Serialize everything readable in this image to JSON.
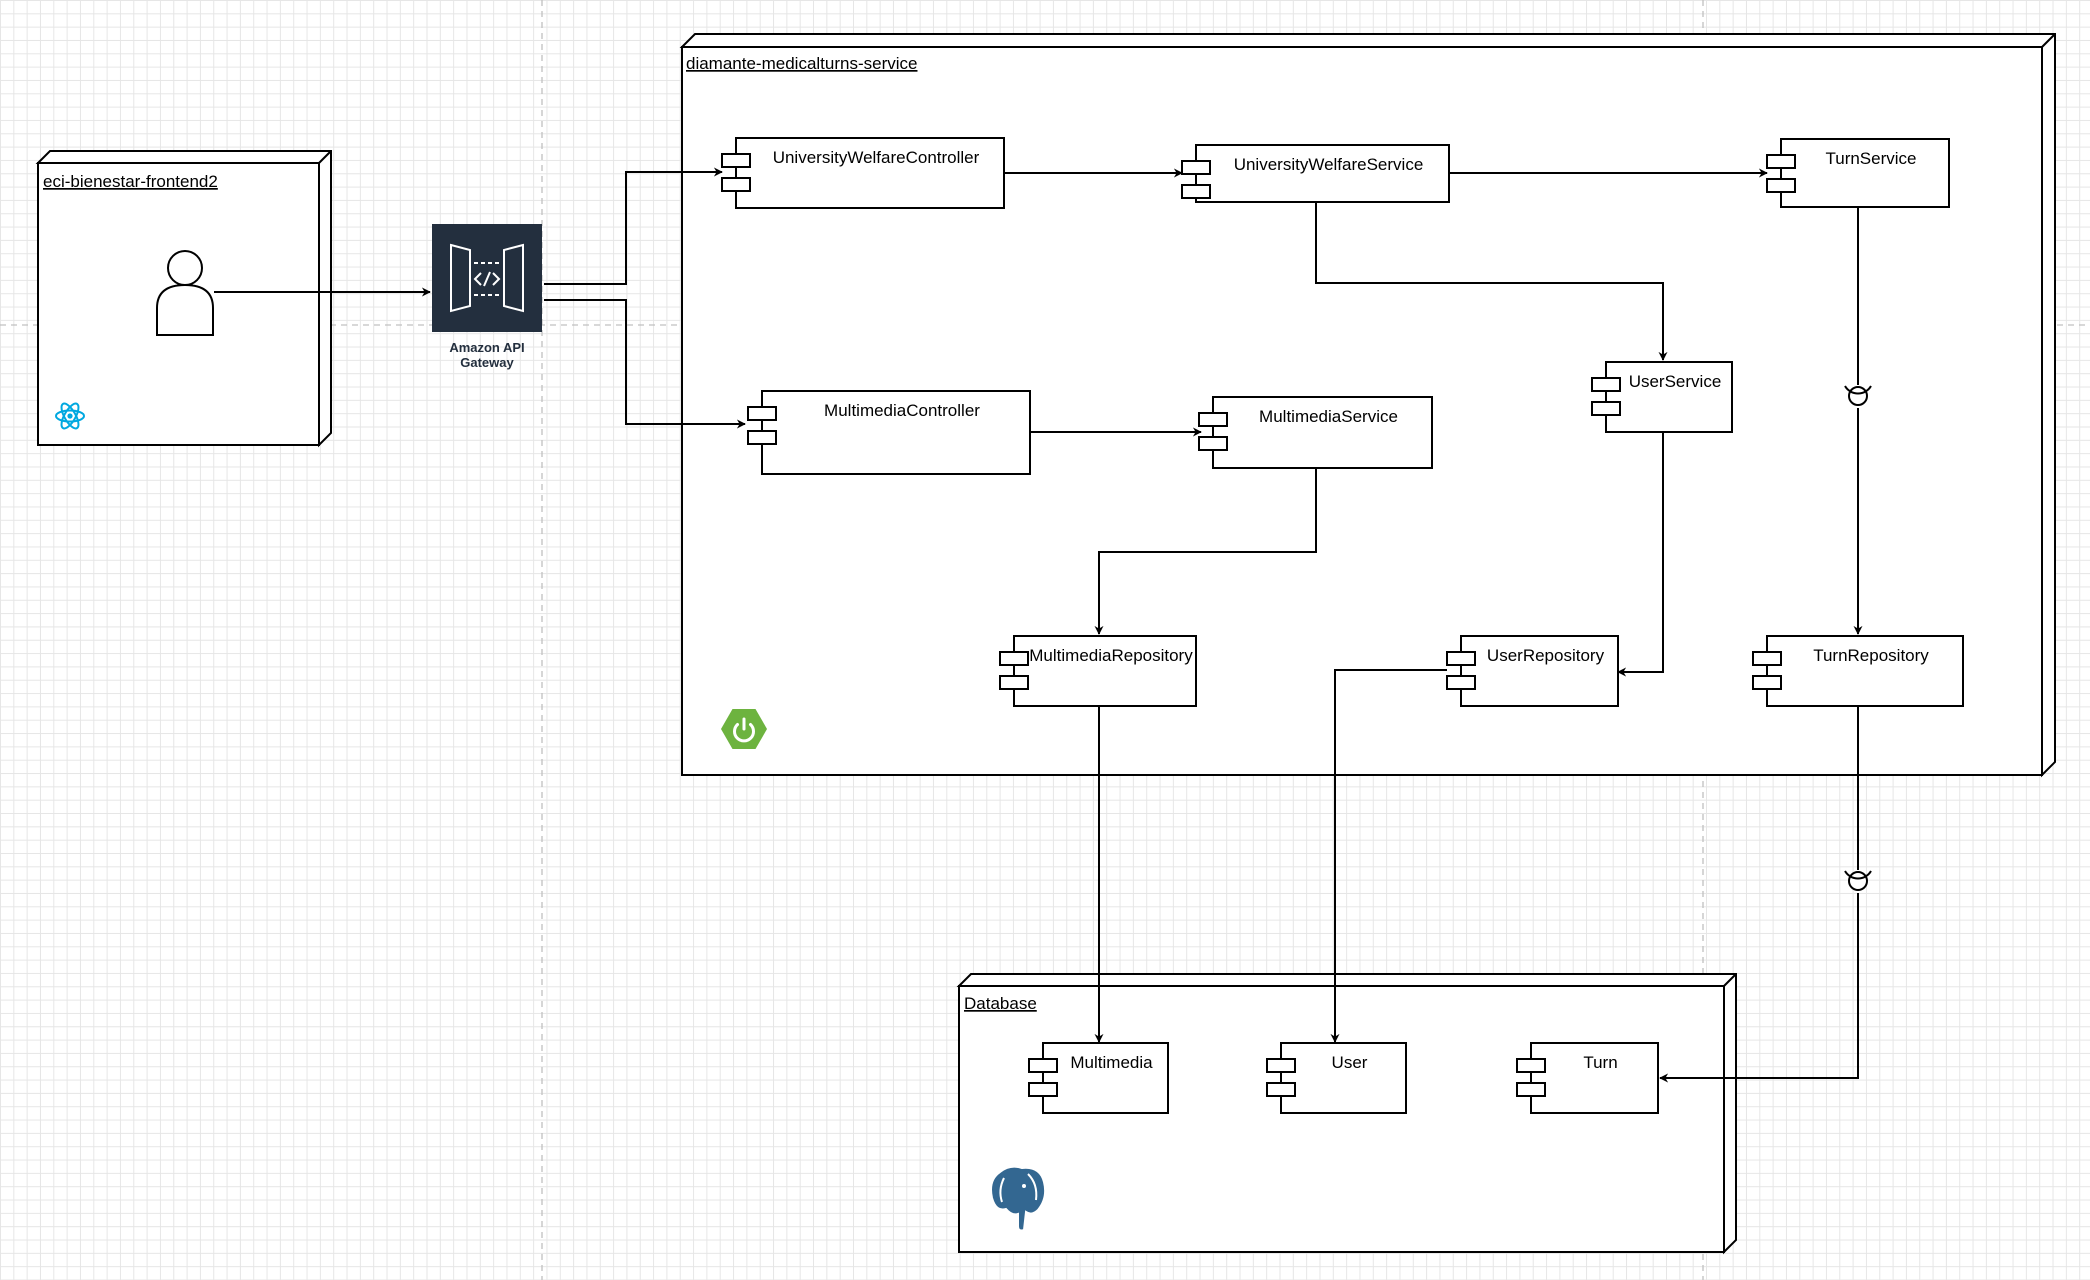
{
  "diagram": {
    "nodes": [
      {
        "id": "frontend",
        "title": "eci-bienestar-frontend2",
        "icon": "react-icon"
      },
      {
        "id": "service",
        "title": "diamante-medicalturns-service",
        "icon": "spring-boot-icon"
      },
      {
        "id": "database",
        "title": "Database",
        "icon": "postgresql-elephant-icon"
      }
    ],
    "gateway": {
      "line1": "Amazon API",
      "line2": "Gateway",
      "icon": "api-gateway-icon"
    },
    "actor": {
      "icon": "user-actor-icon"
    },
    "components": [
      {
        "id": "uwc",
        "label": "UniversityWelfareController"
      },
      {
        "id": "uws",
        "label": "UniversityWelfareService"
      },
      {
        "id": "ts",
        "label": "TurnService"
      },
      {
        "id": "mc",
        "label": "MultimediaController"
      },
      {
        "id": "ms",
        "label": "MultimediaService"
      },
      {
        "id": "us",
        "label": "UserService"
      },
      {
        "id": "mr",
        "label": "MultimediaRepository"
      },
      {
        "id": "ur",
        "label": "UserRepository"
      },
      {
        "id": "tr",
        "label": "TurnRepository"
      },
      {
        "id": "mm",
        "label": "Multimedia"
      },
      {
        "id": "u",
        "label": "User"
      },
      {
        "id": "t",
        "label": "Turn"
      }
    ]
  }
}
